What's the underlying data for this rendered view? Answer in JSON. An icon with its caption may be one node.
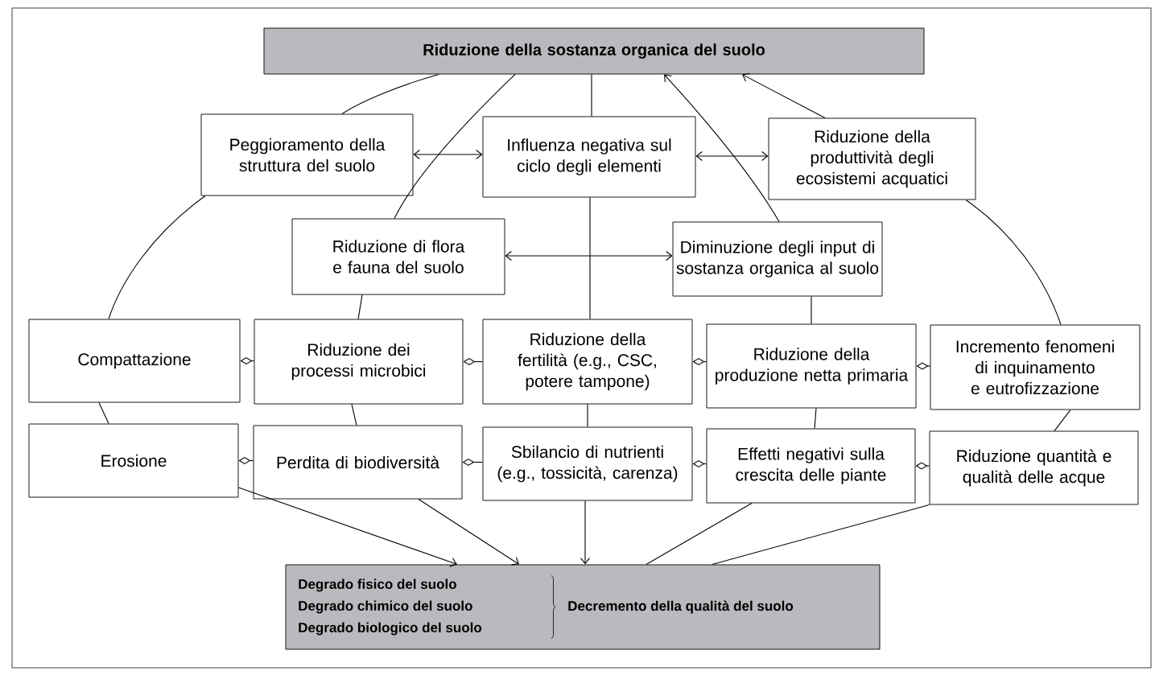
{
  "diagram": {
    "nodes": [
      {
        "text": [
          "Riduzione della sostanza organica del suolo"
        ]
      },
      {
        "text": [
          "Peggioramento della struttura del suolo"
        ]
      },
      {
        "text": [
          "Influenza negativa sul ciclo degli elementi"
        ]
      },
      {
        "text": [
          "Riduzione della produttività degli ecosistemi acquatici"
        ]
      },
      {
        "text": [
          "Riduzione di flora e fauna del suolo"
        ]
      },
      {
        "text": [
          "Diminuzione degli input di sostanza organica al suolo"
        ]
      },
      {
        "text": [
          "Compattazione"
        ]
      },
      {
        "text": [
          "Riduzione dei processi microbici"
        ]
      },
      {
        "text": [
          "Riduzione della fertilità (e.g., CSC, potere tampone)"
        ]
      },
      {
        "text": [
          "Riduzione della produzione netta primaria"
        ]
      },
      {
        "text": [
          "Incremento fenomeni di inquinamento e eutrofizzazione"
        ]
      },
      {
        "text": [
          "Erosione"
        ]
      },
      {
        "text": [
          "Perdita di biodiversità"
        ]
      },
      {
        "text": [
          "Sbilancio di nutrienti (e.g., tossicità, carenza)"
        ]
      },
      {
        "text": [
          "Effetti negativi sulla crescita delle piante"
        ]
      },
      {
        "text": [
          "Riduzione quantità e qualità delle acque"
        ]
      },
      {
        "text": [
          "Degrado fisico del suolo",
          "Degrado chimico del suolo",
          "Degrado biologico del suolo",
          "Decremento della qualità del suolo"
        ]
      }
    ],
    "edges": [
      {
        "from": 0,
        "to": 1,
        "arrow": "none"
      },
      {
        "from": 1,
        "to": 6,
        "arrow": "none"
      },
      {
        "from": 6,
        "to": 11,
        "arrow": "none"
      },
      {
        "from": 0,
        "to": 4,
        "arrow": "none"
      },
      {
        "from": 4,
        "to": 7,
        "arrow": "none"
      },
      {
        "from": 7,
        "to": 12,
        "arrow": "none"
      },
      {
        "from": 0,
        "to": 2,
        "arrow": "none"
      },
      {
        "from": 2,
        "to": 8,
        "arrow": "none"
      },
      {
        "from": 8,
        "to": 13,
        "arrow": "none"
      },
      {
        "from": 13,
        "to": 16,
        "arrow": "to"
      },
      {
        "from": 5,
        "to": 0,
        "arrow": "to"
      },
      {
        "from": 5,
        "to": 9,
        "arrow": "none"
      },
      {
        "from": 9,
        "to": 14,
        "arrow": "none"
      },
      {
        "from": 14,
        "to": 16,
        "arrow": "none"
      },
      {
        "from": 3,
        "to": 0,
        "arrow": "to"
      },
      {
        "from": 3,
        "to": 10,
        "arrow": "none"
      },
      {
        "from": 10,
        "to": 15,
        "arrow": "none"
      },
      {
        "from": 15,
        "to": 16,
        "arrow": "none"
      },
      {
        "from": 11,
        "to": 16,
        "arrow": "to"
      },
      {
        "from": 12,
        "to": 16,
        "arrow": "to"
      },
      {
        "from": 1,
        "to": 2,
        "arrow": "both"
      },
      {
        "from": 2,
        "to": 3,
        "arrow": "both"
      },
      {
        "from": 4,
        "to": 5,
        "arrow": "both"
      },
      {
        "from": 6,
        "to": 7,
        "arrow": "other"
      },
      {
        "from": 7,
        "to": 8,
        "arrow": "other"
      },
      {
        "from": 8,
        "to": 9,
        "arrow": "other"
      },
      {
        "from": 9,
        "to": 10,
        "arrow": "other"
      },
      {
        "from": 11,
        "to": 12,
        "arrow": "other"
      },
      {
        "from": 12,
        "to": 13,
        "arrow": "other"
      },
      {
        "from": 13,
        "to": 14,
        "arrow": "other"
      },
      {
        "from": 14,
        "to": 15,
        "arrow": "other"
      }
    ]
  }
}
